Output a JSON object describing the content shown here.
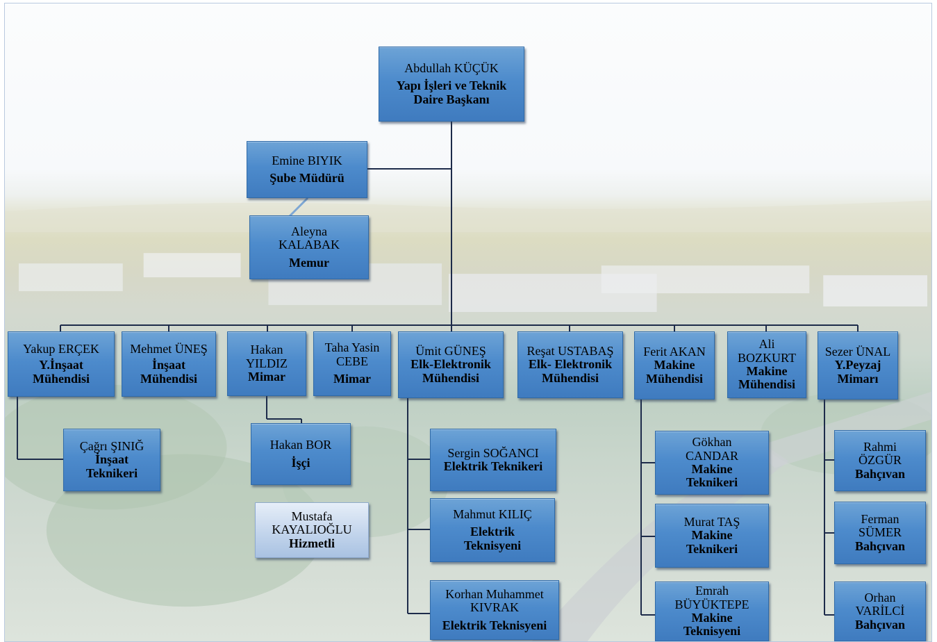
{
  "head": {
    "name": "Abdullah KÜÇÜK",
    "title": "Yapı İşleri ve Teknik Daire Başkanı"
  },
  "sube": {
    "name": "Emine BIYIK",
    "title": "Şube Müdürü"
  },
  "memur": {
    "name": "Aleyna KALABAK",
    "title": "Memur"
  },
  "staff": [
    {
      "name": "Yakup ERÇEK",
      "title": "Y.İnşaat Mühendisi"
    },
    {
      "name": "Mehmet ÜNEŞ",
      "title": "İnşaat Mühendisi"
    },
    {
      "name": "Hakan YILDIZ",
      "title": "Mimar"
    },
    {
      "name": "Taha Yasin CEBE",
      "title": "Mimar"
    },
    {
      "name": "Ümit GÜNEŞ",
      "title": "Elk-Elektronik Mühendisi"
    },
    {
      "name": "Reşat USTABAŞ",
      "title": "Elk- Elektronik Mühendisi"
    },
    {
      "name": "Ferit AKAN",
      "title": "Makine Mühendisi"
    },
    {
      "name": "Ali BOZKURT",
      "title": "Makine Mühendisi"
    },
    {
      "name": "Sezer ÜNAL",
      "title": "Y.Peyzaj Mimarı"
    }
  ],
  "sub_yakup": [
    {
      "name": "Çağrı ŞINIĞ",
      "title": "İnşaat Teknikeri"
    }
  ],
  "sub_hakan": [
    {
      "name": "Hakan BOR",
      "title": "İşçi"
    },
    {
      "name": "Mustafa KAYALIOĞLU",
      "title": "Hizmetli"
    }
  ],
  "sub_umit": [
    {
      "name": "Sergin SOĞANCI",
      "title": "Elektrik Teknikeri"
    },
    {
      "name": "Mahmut KILIÇ",
      "title": "Elektrik Teknisyeni"
    },
    {
      "name": "Korhan Muhammet KIVRAK",
      "title": "Elektrik Teknisyeni"
    }
  ],
  "sub_ferit": [
    {
      "name": "Gökhan CANDAR",
      "title": "Makine Teknikeri"
    },
    {
      "name": "Murat TAŞ",
      "title": "Makine Teknikeri"
    },
    {
      "name": "Emrah BÜYÜKTEPE",
      "title": "Makine Teknisyeni"
    }
  ],
  "sub_sezer": [
    {
      "name": "Rahmi ÖZGÜR",
      "title": "Bahçıvan"
    },
    {
      "name": "Ferman SÜMER",
      "title": "Bahçıvan"
    },
    {
      "name": "Orhan VARİLCİ",
      "title": "Bahçıvan"
    }
  ]
}
